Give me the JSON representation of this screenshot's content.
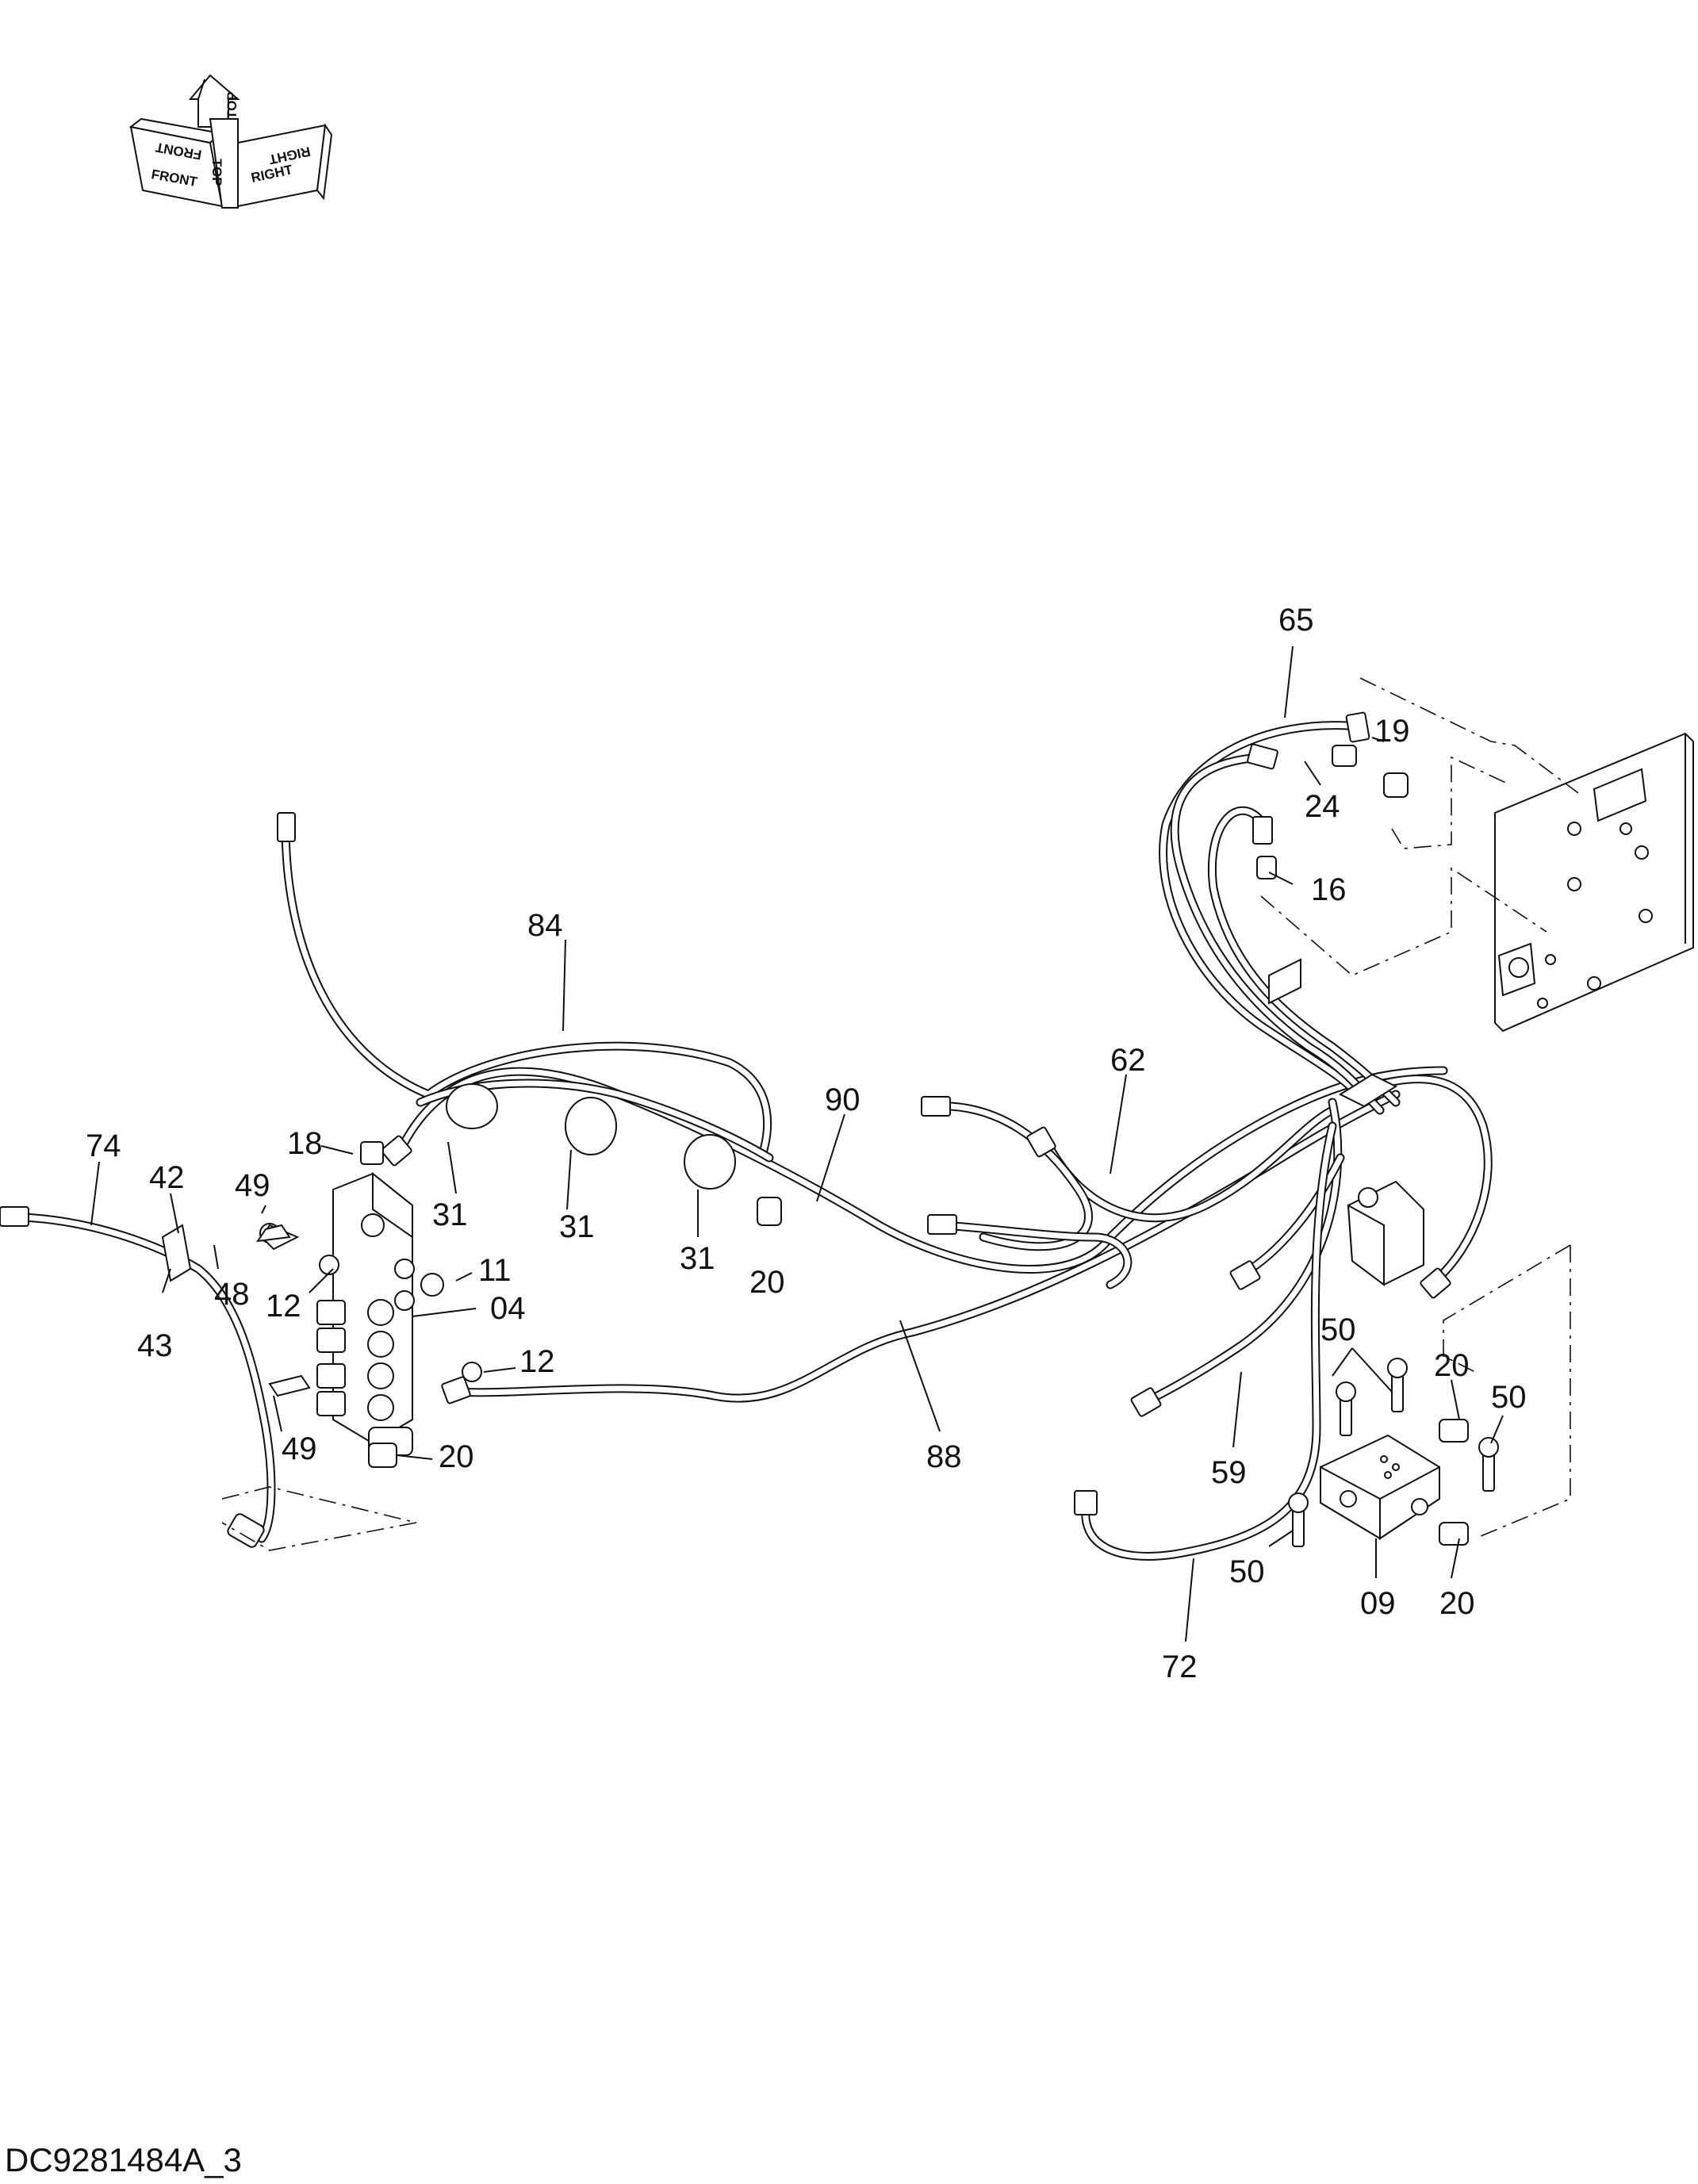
{
  "orientation": {
    "front_label": "FRONT",
    "top_label": "TOP",
    "right_label": "RIGHT"
  },
  "callouts": {
    "c65": "65",
    "c19": "19",
    "c24": "24",
    "c16": "16",
    "c84": "84",
    "c62": "62",
    "c90": "90",
    "c74": "74",
    "c42": "42",
    "c18": "18",
    "c49a": "49",
    "c48": "48",
    "c43": "43",
    "c31a": "31",
    "c31b": "31",
    "c31c": "31",
    "c20a": "20",
    "c11": "11",
    "c12a": "12",
    "c04": "04",
    "c12b": "12",
    "c49b": "49",
    "c20b": "20",
    "c88": "88",
    "c50a": "50",
    "c20c": "20",
    "c50b": "50",
    "c59": "59",
    "c50c": "50",
    "c09": "09",
    "c20d": "20",
    "c72": "72"
  },
  "drawing_id": "DC9281484A_3"
}
